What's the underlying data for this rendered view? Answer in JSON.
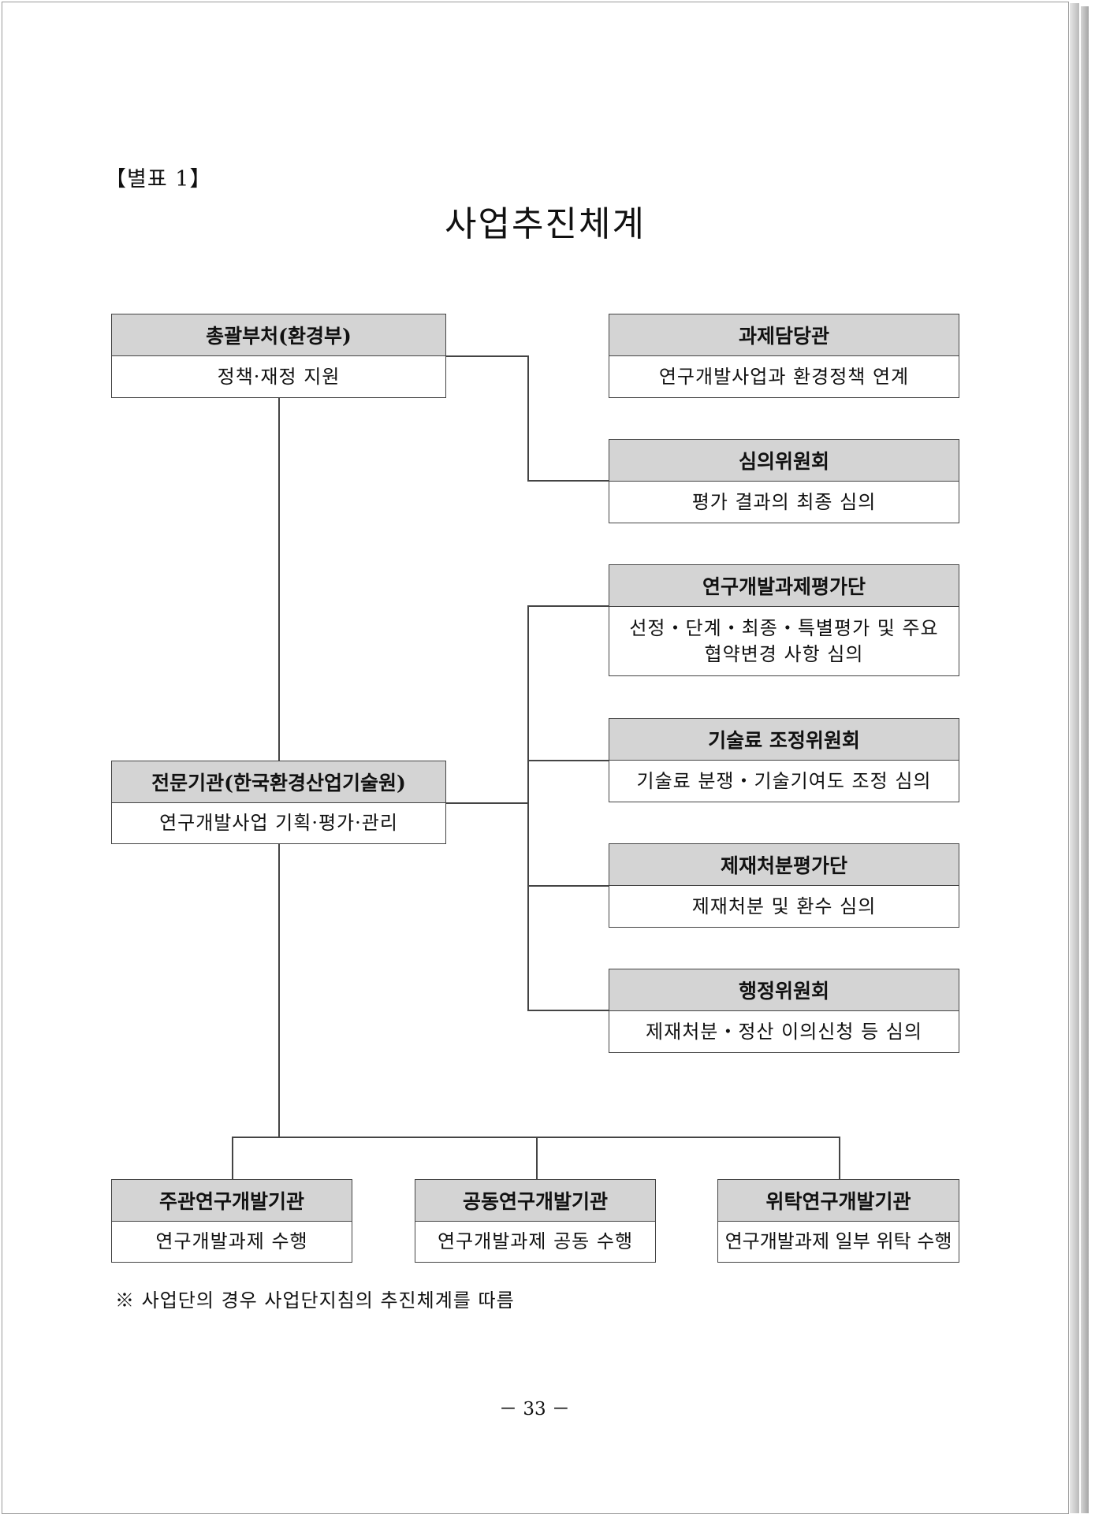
{
  "annex_label": "【별표 1】",
  "title": "사업추진체계",
  "boxes": {
    "ministry": {
      "head": "총괄부처(환경부)",
      "body": "정책·재정 지원"
    },
    "task_officer": {
      "head": "과제담당관",
      "body": "연구개발사업과 환경정책 연계"
    },
    "deliberation_committee": {
      "head": "심의위원회",
      "body": "평가 결과의 최종 심의"
    },
    "evaluation_group": {
      "head": "연구개발과제평가단",
      "body_line1": "선정・단계・최종・특별평가 및 주요",
      "body_line2": "협약변경 사항 심의"
    },
    "tech_fee_committee": {
      "head": "기술료 조정위원회",
      "body": "기술료 분쟁・기술기여도 조정 심의"
    },
    "sanction_group": {
      "head": "제재처분평가단",
      "body": "제재처분 및 환수 심의"
    },
    "admin_committee": {
      "head": "행정위원회",
      "body": "제재처분・정산 이의신청 등 심의"
    },
    "agency": {
      "head": "전문기관(한국환경산업기술원)",
      "body": "연구개발사업 기획·평가·관리"
    },
    "lead_org": {
      "head": "주관연구개발기관",
      "body": "연구개발과제 수행"
    },
    "joint_org": {
      "head": "공동연구개발기관",
      "body": "연구개발과제 공동 수행"
    },
    "commissioned_org": {
      "head": "위탁연구개발기관",
      "body": "연구개발과제 일부 위탁 수행"
    }
  },
  "footnote": "※ 사업단의 경우 사업단지침의 추진체계를 따름",
  "page_number": "－ 33 －"
}
